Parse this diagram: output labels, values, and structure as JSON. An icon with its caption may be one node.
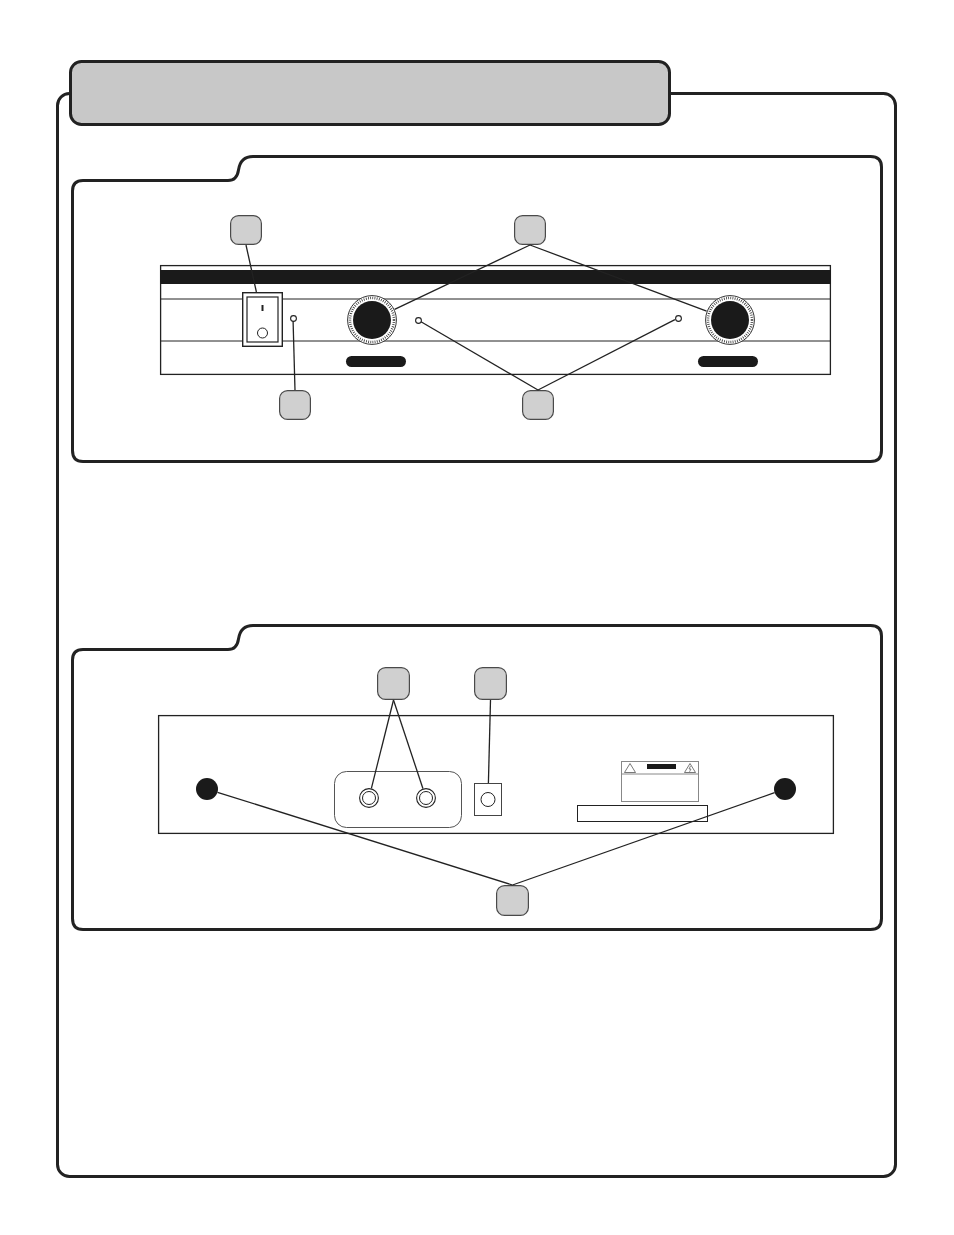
{
  "diagram": {
    "nodes": [
      {
        "text": [],
        "shape": "box"
      },
      {
        "text": [],
        "shape": "box"
      },
      {
        "text": [],
        "shape": "box",
        "in": 1
      },
      {
        "text": [],
        "shape": "box",
        "in": 1
      },
      {
        "text": [],
        "shape": "picture",
        "in": 1
      },
      {
        "text": [],
        "shape": "bar",
        "in": 4
      },
      {
        "text": [],
        "shape": "box",
        "in": 4
      },
      {
        "text": [],
        "shape": "circle",
        "in": 4
      },
      {
        "text": [],
        "shape": "circle",
        "in": 4
      },
      {
        "text": [],
        "shape": "circle",
        "in": 4
      },
      {
        "text": [],
        "shape": "circle",
        "in": 4
      },
      {
        "text": [],
        "shape": "circle",
        "in": 4
      },
      {
        "text": [],
        "shape": "box",
        "in": 1
      },
      {
        "text": [],
        "shape": "box",
        "in": 1
      },
      {
        "text": [],
        "shape": "box"
      },
      {
        "text": [],
        "shape": "box",
        "in": 14
      },
      {
        "text": [],
        "shape": "box",
        "in": 14
      },
      {
        "text": [],
        "shape": "picture",
        "in": 14
      },
      {
        "text": [],
        "shape": "circle",
        "in": 17
      },
      {
        "text": [],
        "shape": "circle",
        "in": 17
      },
      {
        "text": [],
        "shape": "circle",
        "in": 17
      },
      {
        "text": [],
        "shape": "box",
        "in": 17
      },
      {
        "text": [],
        "shape": "circle",
        "in": 17
      },
      {
        "text": [],
        "shape": "box",
        "in": 17
      },
      {
        "text": [],
        "shape": "box",
        "in": 14
      }
    ],
    "edges": [
      {
        "from": 2,
        "to": 6,
        "arrow": "none"
      },
      {
        "from": 3,
        "to": 8,
        "arrow": "none"
      },
      {
        "from": 3,
        "to": 11,
        "arrow": "none"
      },
      {
        "from": 12,
        "to": 7,
        "arrow": "none"
      },
      {
        "from": 13,
        "to": 9,
        "arrow": "none"
      },
      {
        "from": 13,
        "to": 10,
        "arrow": "none"
      },
      {
        "from": 15,
        "to": 19,
        "arrow": "none"
      },
      {
        "from": 15,
        "to": 20,
        "arrow": "none"
      },
      {
        "from": 16,
        "to": 21,
        "arrow": "none"
      },
      {
        "from": 24,
        "to": 18,
        "arrow": "none"
      },
      {
        "from": 24,
        "to": 22,
        "arrow": "none"
      }
    ]
  }
}
